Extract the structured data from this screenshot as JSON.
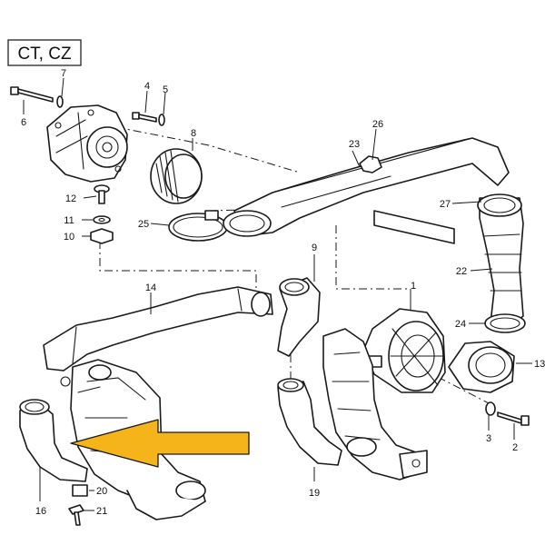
{
  "model_label": "CT, CZ",
  "callouts": {
    "c1": "1",
    "c2": "2",
    "c3": "3",
    "c4": "4",
    "c5": "5",
    "c6": "6",
    "c7": "7",
    "c8": "8",
    "c9": "9",
    "c10": "10",
    "c11": "11",
    "c12": "12",
    "c13": "13",
    "c14": "14",
    "c16": "16",
    "c19": "19",
    "c20": "20",
    "c21": "21",
    "c22": "22",
    "c23": "23",
    "c24": "24",
    "c25": "25",
    "c26": "26",
    "c27": "27"
  },
  "colors": {
    "arrow_fill": "#f4b41a",
    "line": "#1a1a1a",
    "background": "#ffffff"
  }
}
